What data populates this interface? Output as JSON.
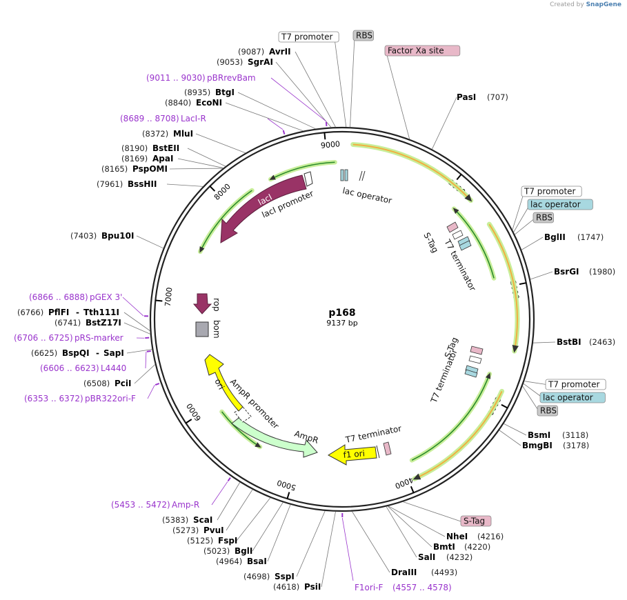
{
  "credit": {
    "prefix": "Created by",
    "brand": "SnapGene"
  },
  "plasmid": {
    "name": "p168",
    "size_label": "9137 bp",
    "length": 9137
  },
  "ticks": [
    "1000",
    "2000",
    "3000",
    "4000",
    "5000",
    "6000",
    "7000",
    "8000",
    "9000"
  ],
  "enzymes": [
    {
      "name": "AvrII",
      "pos": "(9087)"
    },
    {
      "name": "SgrAI",
      "pos": "(9053)"
    },
    {
      "name": "BtgI",
      "pos": "(8935)"
    },
    {
      "name": "EcoNI",
      "pos": "(8840)"
    },
    {
      "name": "MluI",
      "pos": "(8372)"
    },
    {
      "name": "BstEII",
      "pos": "(8190)"
    },
    {
      "name": "ApaI",
      "pos": "(8169)"
    },
    {
      "name": "PspOMI",
      "pos": "(8165)"
    },
    {
      "name": "BssHII",
      "pos": "(7961)"
    },
    {
      "name": "Bpu10I",
      "pos": "(7403)"
    },
    {
      "name": "PflFI",
      "name2": "Tth111I",
      "pos": "(6766)"
    },
    {
      "name": "BstZ17I",
      "pos": "(6741)"
    },
    {
      "name": "BspQI",
      "name2": "SapI",
      "pos": "(6625)"
    },
    {
      "name": "PciI",
      "pos": "(6508)"
    },
    {
      "name": "PasI",
      "pos": "(707)"
    },
    {
      "name": "BglII",
      "pos": "(1747)"
    },
    {
      "name": "BsrGI",
      "pos": "(1980)"
    },
    {
      "name": "BstBI",
      "pos": "(2463)"
    },
    {
      "name": "BsmI",
      "pos": "(3118)"
    },
    {
      "name": "BmgBI",
      "pos": "(3178)"
    },
    {
      "name": "NheI",
      "pos": "(4216)"
    },
    {
      "name": "BmtI",
      "pos": "(4220)"
    },
    {
      "name": "SalI",
      "pos": "(4232)"
    },
    {
      "name": "DraIII",
      "pos": "(4493)"
    },
    {
      "name": "ScaI",
      "pos": "(5383)"
    },
    {
      "name": "PvuI",
      "pos": "(5273)"
    },
    {
      "name": "FspI",
      "pos": "(5125)"
    },
    {
      "name": "BglI",
      "pos": "(5023)"
    },
    {
      "name": "BsaI",
      "pos": "(4964)"
    },
    {
      "name": "SspI",
      "pos": "(4698)"
    },
    {
      "name": "PsiI",
      "pos": "(4618)"
    }
  ],
  "primers": [
    {
      "range": "(9011 .. 9030)",
      "name": "pBRrevBam"
    },
    {
      "range": "(8689 .. 8708)",
      "name": "LacI-R"
    },
    {
      "range": "(6866 .. 6888)",
      "name": "pGEX 3'"
    },
    {
      "range": "(6706 .. 6725)",
      "name": "pRS-marker"
    },
    {
      "range": "(6606 .. 6623)",
      "name": "L4440"
    },
    {
      "range": "(6353 .. 6372)",
      "name": "pBR322ori-F"
    },
    {
      "range": "(5453 .. 5472)",
      "name": "Amp-R"
    },
    {
      "name": "F1ori-F",
      "range": "(4557 .. 4578)"
    }
  ],
  "boxes": [
    {
      "label": "T7 promoter",
      "kind": "promoter"
    },
    {
      "label": "RBS",
      "kind": "rbs"
    },
    {
      "label": "Factor Xa site",
      "kind": "protease"
    },
    {
      "label": "T7 promoter",
      "kind": "promoter"
    },
    {
      "label": "lac operator",
      "kind": "operator"
    },
    {
      "label": "RBS",
      "kind": "rbs"
    },
    {
      "label": "T7 promoter",
      "kind": "promoter"
    },
    {
      "label": "lac operator",
      "kind": "operator"
    },
    {
      "label": "RBS",
      "kind": "rbs"
    },
    {
      "label": "S-Tag",
      "kind": "protease"
    }
  ],
  "features": {
    "lacI": "lacI",
    "lacI_promoter": "lacI promoter",
    "lac_operator": "lac operator",
    "s_tag_1": "S-Tag",
    "t7_term_1": "T7 terminator",
    "s_tag_2": "S-Tag",
    "t7_term_2": "T7 terminator",
    "t7_term_3": "T7 terminator",
    "f1_ori": "f1 ori",
    "ampr": "AmpR",
    "ampr_promoter": "AmpR promoter",
    "ori": "ori",
    "rop": "rop",
    "bom": "bom"
  },
  "colors": {
    "backbone": "#222222",
    "orf": "#f0b040",
    "orf_glow": "#c8ee9a",
    "laci": "#993366",
    "ampr": "#ccffcc",
    "ori": "#ffff00",
    "primer": "#9933cc",
    "promoter_box": "#ffffff",
    "rbs_box": "#c8c8c8",
    "operator_box": "#a8d8e0",
    "protease_box": "#e8b8c8"
  }
}
